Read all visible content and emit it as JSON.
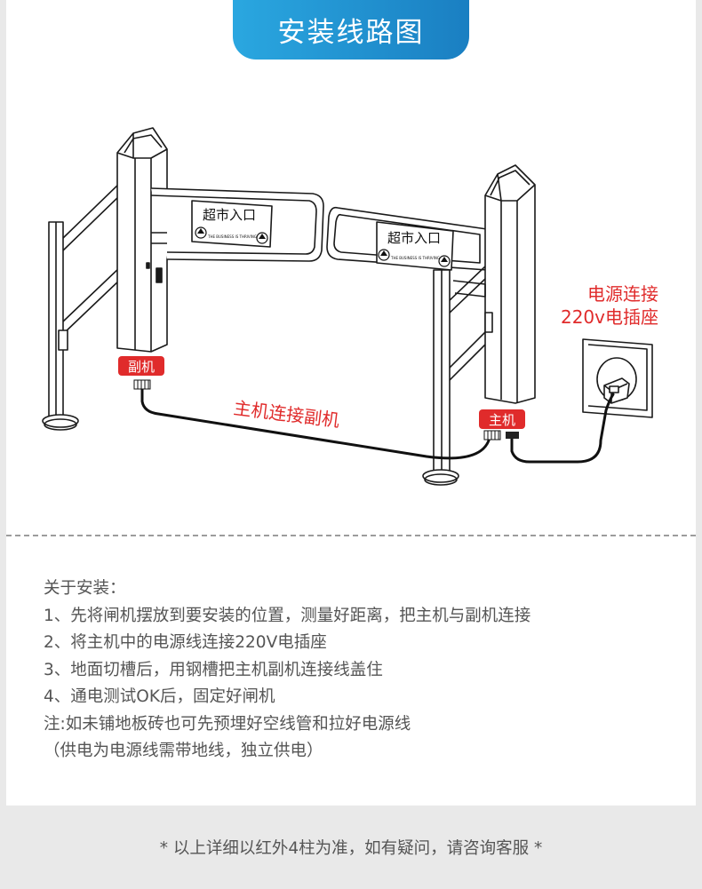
{
  "header": {
    "title": "安装线路图"
  },
  "diagram": {
    "sign_left": "超市入口",
    "sign_right": "超市入口",
    "sign_small_text": "THE BUSINESS IS THRIVING",
    "slave_badge": "副机",
    "master_badge": "主机",
    "cable_label": "主机连接副机",
    "power_label_line1": "电源连接",
    "power_label_line2": "220v电插座",
    "colors": {
      "accent_red": "#e02b2b",
      "title_blue": "#1f8fd0"
    }
  },
  "notes": {
    "heading": "关于安装：",
    "lines": [
      "1、先将闸机摆放到要安装的位置，测量好距离，把主机与副机连接",
      "2、将主机中的电源线连接220V电插座",
      "3、地面切槽后，用钢槽把主机副机连接线盖住",
      "4、通电测试OK后，固定好闸机",
      "注:如未铺地板砖也可先预埋好空线管和拉好电源线",
      "（供电为电源线需带地线，独立供电）"
    ]
  },
  "footer": {
    "text": "* 以上详细以红外4柱为准，如有疑问，请咨询客服 *"
  }
}
